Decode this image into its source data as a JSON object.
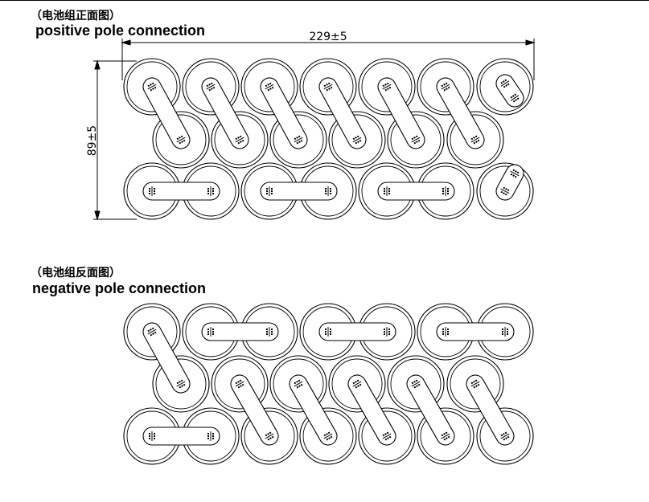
{
  "diagram": {
    "front_view": {
      "title_cn": "（电池组正面图）",
      "title_en": "positive pole connection",
      "width_dimension": "229±5",
      "height_dimension": "89±5"
    },
    "back_view": {
      "title_cn": "（电池组反面图）",
      "title_en": "negative pole connection"
    },
    "line_color": "#000000",
    "background": "#ffffff"
  }
}
